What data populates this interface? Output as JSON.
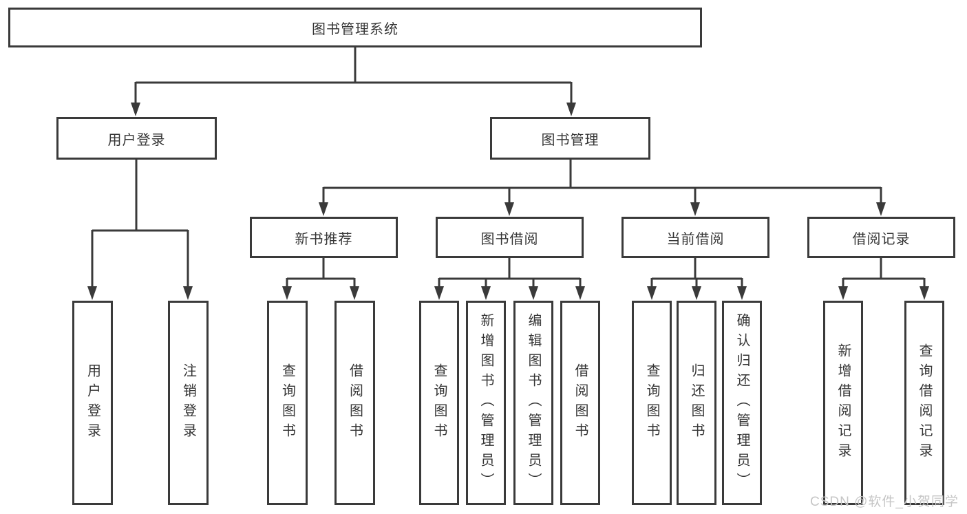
{
  "diagram": {
    "root": {
      "label": "图书管理系统"
    },
    "level2": [
      {
        "label": "用户登录"
      },
      {
        "label": "图书管理"
      }
    ],
    "level3": [
      {
        "label": "新书推荐"
      },
      {
        "label": "图书借阅"
      },
      {
        "label": "当前借阅"
      },
      {
        "label": "借阅记录"
      }
    ],
    "leaves": {
      "user_login": [
        "用户登录",
        "注销登录"
      ],
      "new_book_rec": [
        "查询图书",
        "借阅图书"
      ],
      "book_borrow": [
        "查询图书",
        "新增图书（管理员）",
        "编辑图书（管理员）",
        "借阅图书"
      ],
      "current_borrow": [
        "查询图书",
        "归还图书",
        "确认归还（管理员）"
      ],
      "borrow_records": [
        "新增借阅记录",
        "查询借阅记录"
      ]
    }
  },
  "watermark": {
    "text": "CSDN @软件_小贺同学"
  },
  "colors": {
    "line": "#3a3a3a",
    "text": "#363636",
    "watermark": "#c6c6c6",
    "background": "#ffffff"
  }
}
